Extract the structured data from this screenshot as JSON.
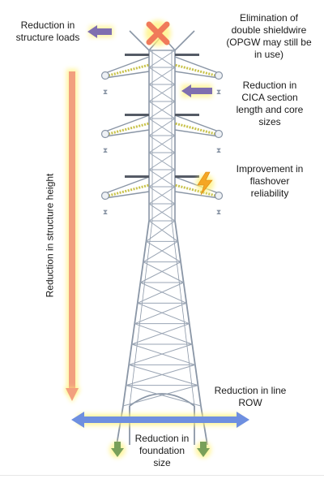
{
  "labels": {
    "structure_loads": [
      "Reduction in",
      "structure loads"
    ],
    "shieldwire": [
      "Elimination of",
      "double shieldwire",
      "(OPGW may still be",
      "in use)"
    ],
    "cica": [
      "Reduction in",
      "CICA section",
      "length and core",
      "sizes"
    ],
    "flashover": [
      "Improvement in",
      "flashover",
      "reliability"
    ],
    "structure_height": "Reduction in structure height",
    "row": [
      "Reduction in line",
      "ROW"
    ],
    "foundation": [
      "Reduction in",
      "foundation",
      "size"
    ]
  },
  "icons": [
    "x-mark-icon",
    "arrow-left-icon",
    "lightning-icon",
    "arrow-down-icon",
    "double-arrow-icon"
  ],
  "colors": {
    "tower_steel": "#8a96a6",
    "tower_fill": "#c9d3e0",
    "x_mark": "#f07a5a",
    "glow": "#fff27a",
    "height_arrow": "#f2a07e",
    "row_arrow": "#6e8fe0",
    "foundation_arrow": "#79a05a",
    "purple_arrow": "#7f6fb0",
    "insulator": "#c8c24a",
    "lightning": "#f5a623"
  }
}
